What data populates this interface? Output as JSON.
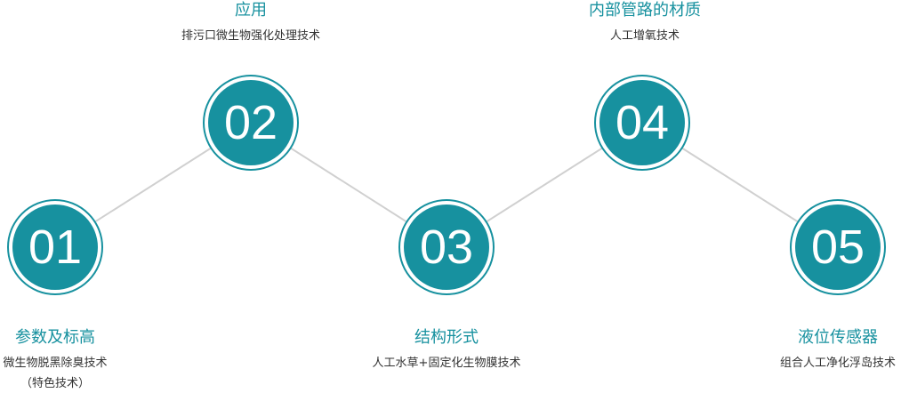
{
  "accent": "#17919f",
  "steps": [
    {
      "num": "01",
      "title": "参数及标高",
      "sub": "微生物脱黑除臭技术",
      "sub2": "（特色技术）"
    },
    {
      "num": "02",
      "title": "应用",
      "sub": "排污口微生物强化处理技术"
    },
    {
      "num": "03",
      "title": "结构形式",
      "sub": "人工水草+固定化生物膜技术"
    },
    {
      "num": "04",
      "title": "内部管路的材质",
      "sub": "人工增氧技术"
    },
    {
      "num": "05",
      "title": "液位传感器",
      "sub": "组合人工净化浮岛技术"
    }
  ]
}
